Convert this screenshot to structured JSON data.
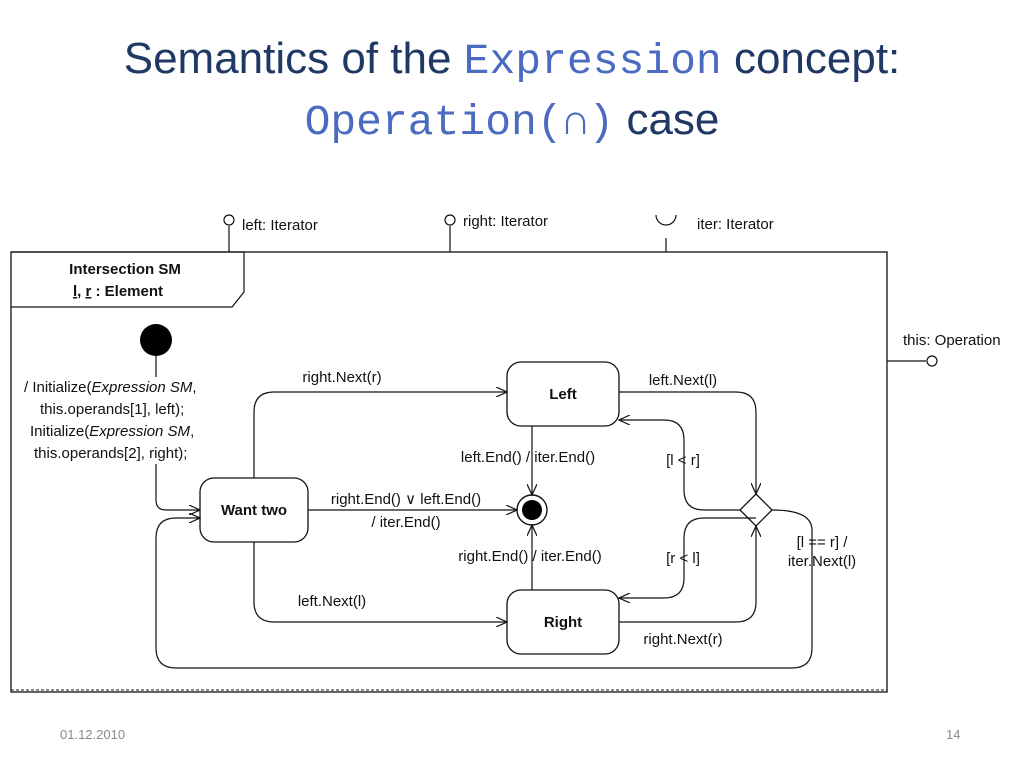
{
  "slide": {
    "title_line1_part1": "Semantics of the ",
    "title_line1_code": "Expression",
    "title_line1_part2": " concept:",
    "title_line2_code": "Operation(∩)",
    "title_line2_part2": " case",
    "date": "01.12.2010",
    "page_number": "14"
  },
  "diagram": {
    "frame_name": "Intersection SM",
    "frame_vars_l": "l",
    "frame_vars_r": "r",
    "frame_vars_rest": " : Element",
    "ports": {
      "left": "left: Iterator",
      "right": "right: Iterator",
      "iter": "iter: Iterator",
      "this": "this: Operation"
    },
    "states": {
      "want_two": "Want two",
      "left": "Left",
      "right": "Right"
    },
    "init_action": {
      "line1_prefix": "/ Initialize(",
      "line1_italic": "Expression SM",
      "line1_suffix": ",",
      "line2": "this.operands[1], left);",
      "line3_prefix": "Initialize(",
      "line3_italic": "Expression SM",
      "line3_suffix": ",",
      "line4": "this.operands[2], right);"
    },
    "transitions": {
      "want_to_left": "right.Next(r)",
      "want_to_right": "left.Next(l)",
      "want_to_final_1": "right.End() ∨ left.End()",
      "want_to_final_2": "/ iter.End()",
      "left_to_final": "left.End() / iter.End()",
      "right_to_final": "right.End() / iter.End()",
      "left_to_choice": "left.Next(l)",
      "right_to_choice": "right.Next(r)",
      "guard_l_lt_r": "[l < r]",
      "guard_r_lt_l": "[r < l]",
      "guard_eq_1": "[l == r] /",
      "guard_eq_2": "iter.Next(l)"
    }
  }
}
